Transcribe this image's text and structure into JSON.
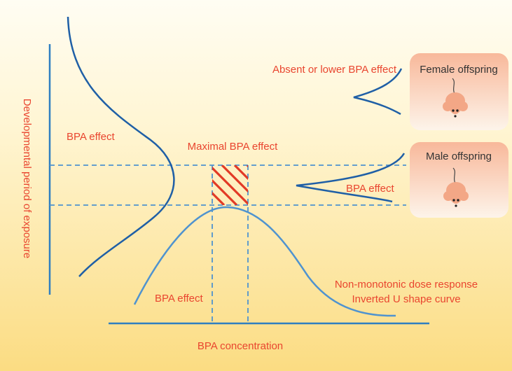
{
  "labels": {
    "y_axis": "Developmental period of exposure",
    "x_axis": "BPA concentration",
    "bpa_effect_left": "BPA effect",
    "maximal_effect": "Maximal BPA effect",
    "bpa_effect_bottom": "BPA effect",
    "bpa_effect_male": "BPA effect",
    "absent_lower": "Absent or lower BPA effect",
    "nonmonotonic_line1": "Non-monotonic dose response",
    "nonmonotonic_line2": "Inverted U shape curve",
    "female_title": "Female offspring",
    "male_title": "Male offspring"
  },
  "colors": {
    "bg_top": "#fffdf3",
    "bg_bottom": "#fbdc82",
    "label_red": "#e9452f",
    "axis_blue": "#2f7fc1",
    "curve_dark_blue": "#1f5fa6",
    "curve_light_blue": "#4f93cf",
    "hatch_red": "#e23a25",
    "card_top": "#f8b89a",
    "card_bottom": "#fdf4ea",
    "mouse_fill": "#f3a786"
  },
  "icons": [
    "mouse-icon",
    "mouse-icon"
  ]
}
